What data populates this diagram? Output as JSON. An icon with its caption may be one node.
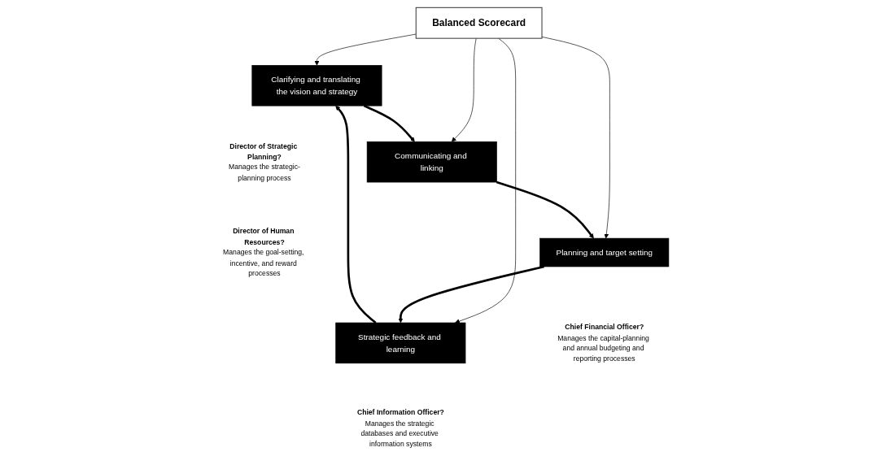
{
  "diagram": {
    "nodes": [
      {
        "text": [
          "Clarifying and translating the vision and strategy"
        ],
        "beside": [
          "Director of Strategic Planning?",
          "Manages the strategic-planning process"
        ]
      },
      {
        "text": [
          "Communicating and linking"
        ],
        "beside": [
          "Director of Human Resources?",
          "Manages the goal-setting, incentive, and reward processes"
        ]
      },
      {
        "text": [
          "Balanced Scorecard"
        ]
      },
      {
        "text": [
          "Strategic feedback and learning"
        ],
        "beside": [
          "Chief Information Officer?",
          "Manages the strategic databases and executive information systems"
        ]
      },
      {
        "text": [
          "Planning and target setting"
        ],
        "beside": [
          "Chief Financial Officer?",
          "Manages the capital-planning and annual budgeting and reporting processes"
        ]
      }
    ],
    "edges": [
      {
        "from": 2,
        "to": 0,
        "arrow": "to"
      },
      {
        "from": 2,
        "to": 1,
        "arrow": "to"
      },
      {
        "from": 2,
        "to": 3,
        "arrow": "to"
      },
      {
        "from": 2,
        "to": 4,
        "arrow": "to"
      },
      {
        "from": 0,
        "to": 1,
        "arrow": "to",
        "style": "thick"
      },
      {
        "from": 1,
        "to": 4,
        "arrow": "to",
        "style": "thick"
      },
      {
        "from": 4,
        "to": 3,
        "arrow": "to",
        "style": "thick"
      },
      {
        "from": 3,
        "to": 0,
        "arrow": "to",
        "style": "thick"
      }
    ]
  }
}
